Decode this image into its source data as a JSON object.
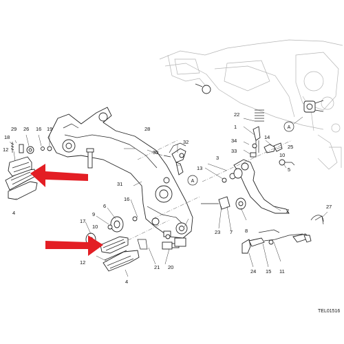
{
  "drawing": {
    "code": "TEL01516",
    "reference_mark": "A",
    "colors": {
      "line": "#222222",
      "ghost": "#b4b4b4",
      "arrow": "#e31e24"
    }
  },
  "callouts": [
    "1",
    "2",
    "3",
    "4",
    "4",
    "5",
    "6",
    "7",
    "8",
    "9",
    "10",
    "11",
    "12",
    "12",
    "13",
    "14",
    "15",
    "16",
    "16",
    "17",
    "18",
    "19",
    "20",
    "21",
    "22",
    "23",
    "24",
    "25",
    "26",
    "27",
    "28",
    "29",
    "30",
    "31",
    "32",
    "33",
    "34"
  ],
  "highlights": [
    {
      "points_to": "rider footpeg, upper",
      "icon": "red-arrow"
    },
    {
      "points_to": "rider footpeg, lower",
      "icon": "red-arrow"
    }
  ]
}
